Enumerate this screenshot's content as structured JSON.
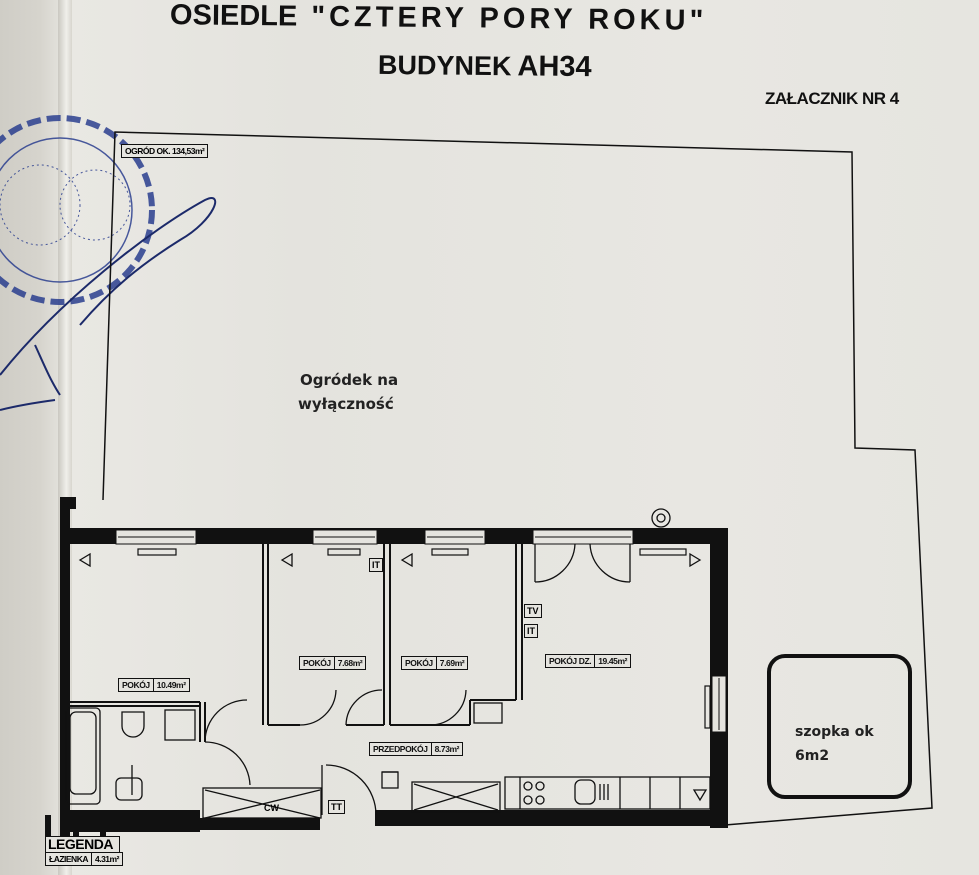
{
  "header": {
    "title_prefix": "OSIEDLE",
    "title_name": "\"CZTERY PORY ROKU\"",
    "building_label": "BUDYNEK",
    "building_code": "AH34",
    "annex": "ZAŁACZNIK NR 4"
  },
  "garden": {
    "area_label": "OGRÓD OK. 134,53m²",
    "description_line1": "Ogródek na",
    "description_line2": "wyłączność"
  },
  "rooms": [
    {
      "name": "POKÓJ",
      "area": "10.49m²"
    },
    {
      "name": "POKÓJ",
      "area": "7.68m²"
    },
    {
      "name": "POKÓJ",
      "area": "7.69m²"
    },
    {
      "name": "POKÓJ DZ.",
      "area": "19.45m²"
    },
    {
      "name": "PRZEDPOKÓJ",
      "area": "8.73m²"
    }
  ],
  "fixtures": {
    "it1": "IT",
    "tv": "TV",
    "it2": "IT",
    "cw": "CW",
    "tt": "TT"
  },
  "shed": {
    "line1": "szopka ok",
    "line2": "6m2"
  },
  "legend": {
    "title": "LEGENDA",
    "items": [
      {
        "name": "ŁAZIENKA",
        "area": "4.31m²"
      }
    ]
  },
  "colors": {
    "paper": "#e6e5e0",
    "ink": "#111111",
    "stamp": "#2b3f8f"
  }
}
